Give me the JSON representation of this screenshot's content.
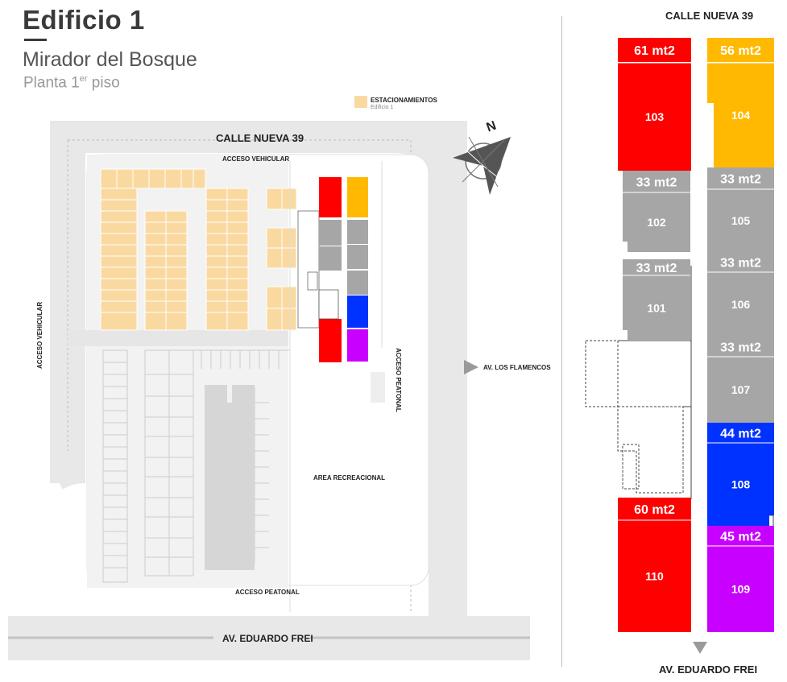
{
  "header": {
    "title": "Edificio 1",
    "subtitle": "Mirador del Bosque",
    "floor_prefix": "Planta 1",
    "floor_sup": "er",
    "floor_suffix": " piso"
  },
  "site": {
    "legend_title": "ESTACIONAMIENTOS",
    "legend_sub": "Edificio 1",
    "street_top": "CALLE NUEVA 39",
    "vehicle_access_top": "ACCESO VEHICULAR",
    "vehicle_access_left": "ACCESO VEHICULAR",
    "pedestrian_access_right": "ACCESO PEATONAL",
    "pedestrian_access_bottom": "ACCESO PEATONAL",
    "recreation_area": "AREA RECREACIONAL",
    "av_flamencos": "AV. LOS FLAMENCOS",
    "av_frei": "AV. EDUARDO FREI",
    "north_letter": "N"
  },
  "detail": {
    "street_top": "CALLE NUEVA 39",
    "street_bottom": "AV. EDUARDO FREI",
    "units": [
      {
        "id": "103",
        "area": "61 mt2",
        "color": "#ff0000"
      },
      {
        "id": "104",
        "area": "56 mt2",
        "color": "#ffb900"
      },
      {
        "id": "102",
        "area": "33 mt2",
        "color": "#a6a6a6"
      },
      {
        "id": "105",
        "area": "33 mt2",
        "color": "#a6a6a6"
      },
      {
        "id": "101",
        "area": "33 mt2",
        "color": "#a6a6a6"
      },
      {
        "id": "106",
        "area": "33 mt2",
        "color": "#a6a6a6"
      },
      {
        "id": "107",
        "area": "33 mt2",
        "color": "#a6a6a6"
      },
      {
        "id": "108",
        "area": "44 mt2",
        "color": "#0032ff"
      },
      {
        "id": "110",
        "area": "60 mt2",
        "color": "#ff0000"
      },
      {
        "id": "109",
        "area": "45 mt2",
        "color": "#c800ff"
      }
    ]
  }
}
